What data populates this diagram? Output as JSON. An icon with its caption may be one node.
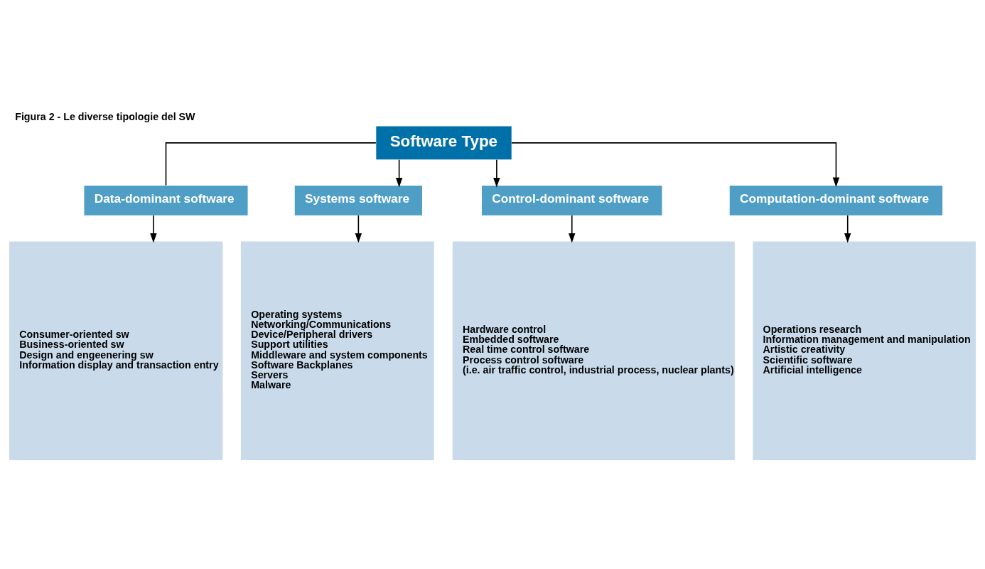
{
  "diagram": {
    "title": "Figura 2 - Le diverse tipologie del SW",
    "nodes": [
      {
        "text": [
          "Software Type"
        ]
      },
      {
        "text": [
          "Data-dominant software"
        ]
      },
      {
        "text": [
          "Systems software"
        ]
      },
      {
        "text": [
          "Control-dominant software"
        ]
      },
      {
        "text": [
          "Computation-dominant software"
        ]
      },
      {
        "text": [
          "Consumer-oriented sw",
          "Business-oriented sw",
          "Design and engeenering sw",
          "Information display and transaction entry"
        ]
      },
      {
        "text": [
          "Operating systems",
          "Networking/Communications",
          "Device/Peripheral drivers",
          "Support utilities",
          "Middleware and system components",
          "Software Backplanes",
          "Servers",
          "Malware"
        ]
      },
      {
        "text": [
          "Hardware control",
          "Embedded software",
          "Real time control software",
          "Process control software",
          "(i.e. air traffic control, industrial process, nuclear plants)"
        ]
      },
      {
        "text": [
          "Operations research",
          "Information management and manipulation",
          "Artistic creativity",
          "Scientific software",
          "Artificial intelligence"
        ]
      }
    ],
    "edges": [
      {
        "from": 0,
        "to": 1,
        "arrow": "none"
      },
      {
        "from": 0,
        "to": 2,
        "arrow": "to"
      },
      {
        "from": 0,
        "to": 3,
        "arrow": "to"
      },
      {
        "from": 0,
        "to": 4,
        "arrow": "to"
      },
      {
        "from": 1,
        "to": 5,
        "arrow": "to"
      },
      {
        "from": 2,
        "to": 6,
        "arrow": "to"
      },
      {
        "from": 3,
        "to": 7,
        "arrow": "to"
      },
      {
        "from": 4,
        "to": 8,
        "arrow": "to"
      }
    ]
  }
}
